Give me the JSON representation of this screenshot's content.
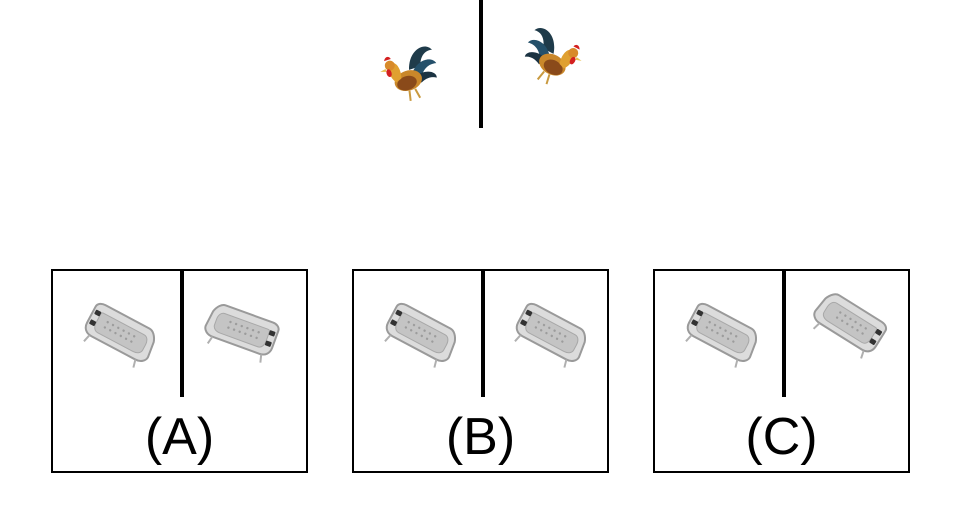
{
  "prompt": {
    "left_icon": "rooster-icon",
    "right_icon": "rooster-icon"
  },
  "options": [
    {
      "label": "(A)",
      "left_icon": "bathtub-icon",
      "right_icon": "bathtub-icon"
    },
    {
      "label": "(B)",
      "left_icon": "bathtub-icon",
      "right_icon": "bathtub-icon"
    },
    {
      "label": "(C)",
      "left_icon": "bathtub-icon",
      "right_icon": "bathtub-icon"
    }
  ]
}
